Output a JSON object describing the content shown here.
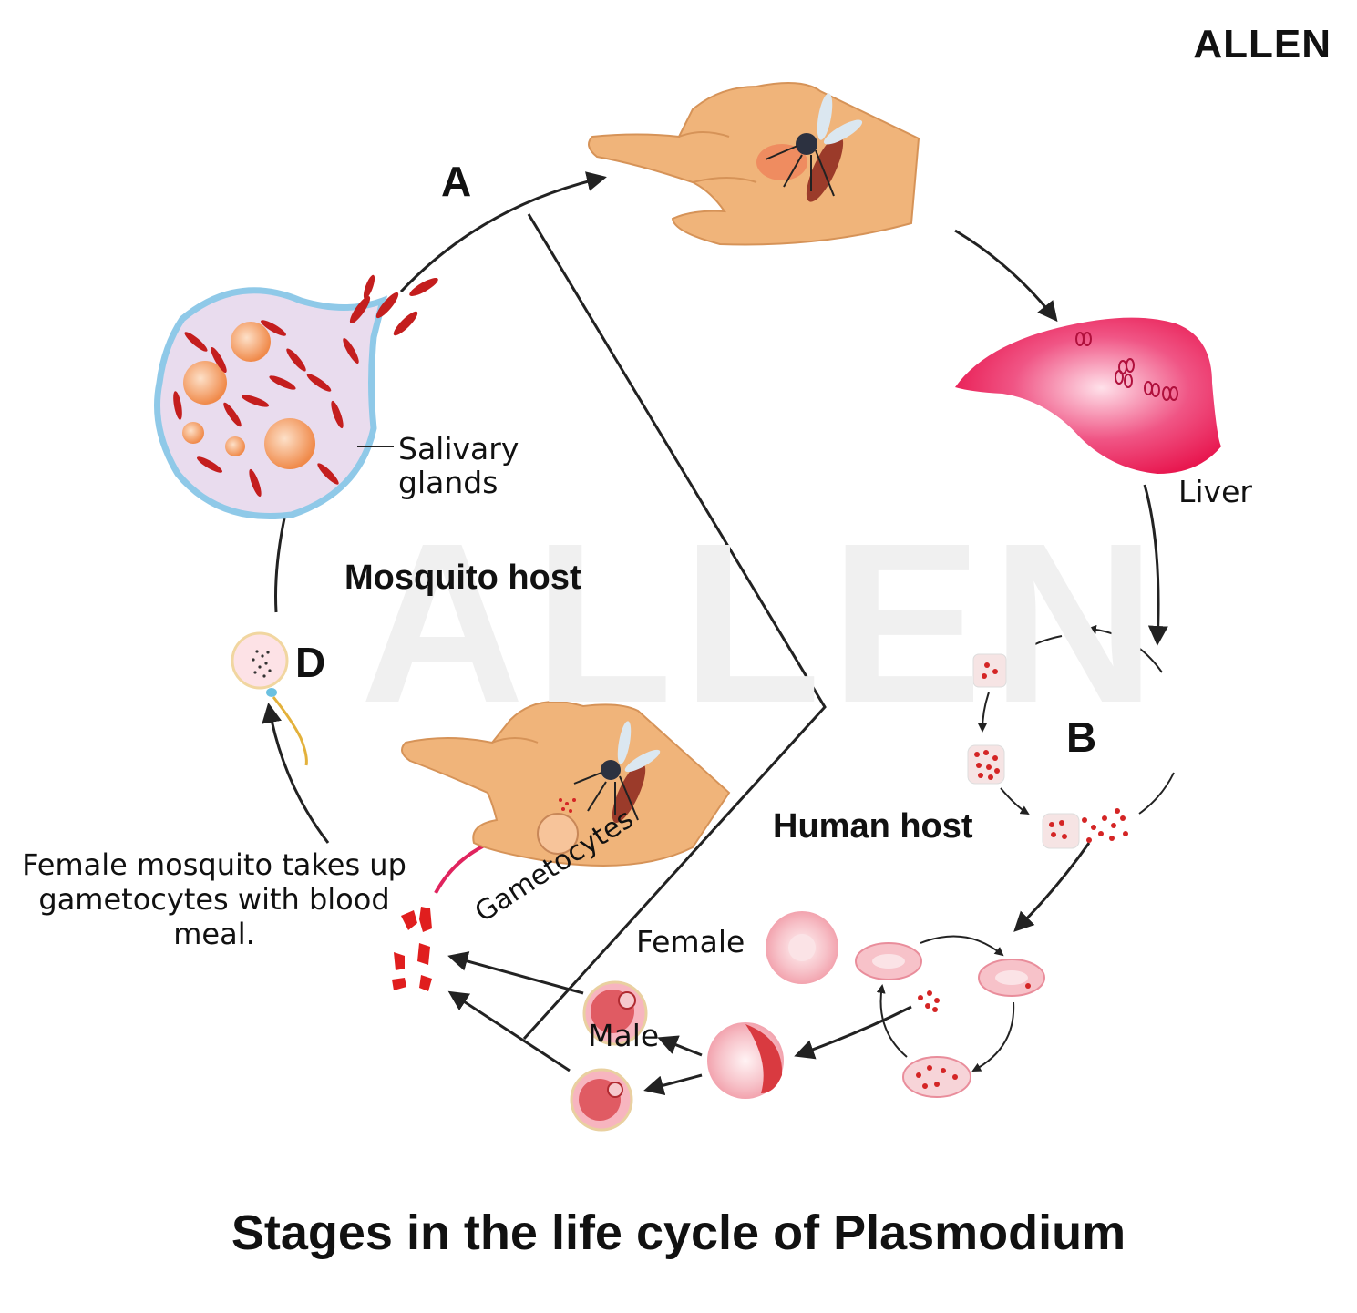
{
  "logo": "ALLEN",
  "watermark": "ALLEN",
  "title": "Stages in the life cycle of Plasmodium",
  "labels": {
    "A": "A",
    "B": "B",
    "D": "D",
    "salivary_line1": "Salivary",
    "salivary_line2": "glands",
    "liver": "Liver",
    "mosquito_host": "Mosquito host",
    "human_host": "Human host",
    "female": "Female",
    "male": "Male",
    "gametocytes": "Gametocytes",
    "caption": "Female mosquito takes up gametocytes with blood meal."
  },
  "colors": {
    "skin": "#f0b47a",
    "liver": "#e8174f",
    "rbc": "#f7c2c9",
    "parasite": "#d42525",
    "arrow": "#222222",
    "gland_outline": "#8fc9e8"
  },
  "icons": [
    "hand-with-mosquito-icon",
    "liver-icon",
    "salivary-gland-icon",
    "red-blood-cell-icon",
    "zygote-icon"
  ]
}
